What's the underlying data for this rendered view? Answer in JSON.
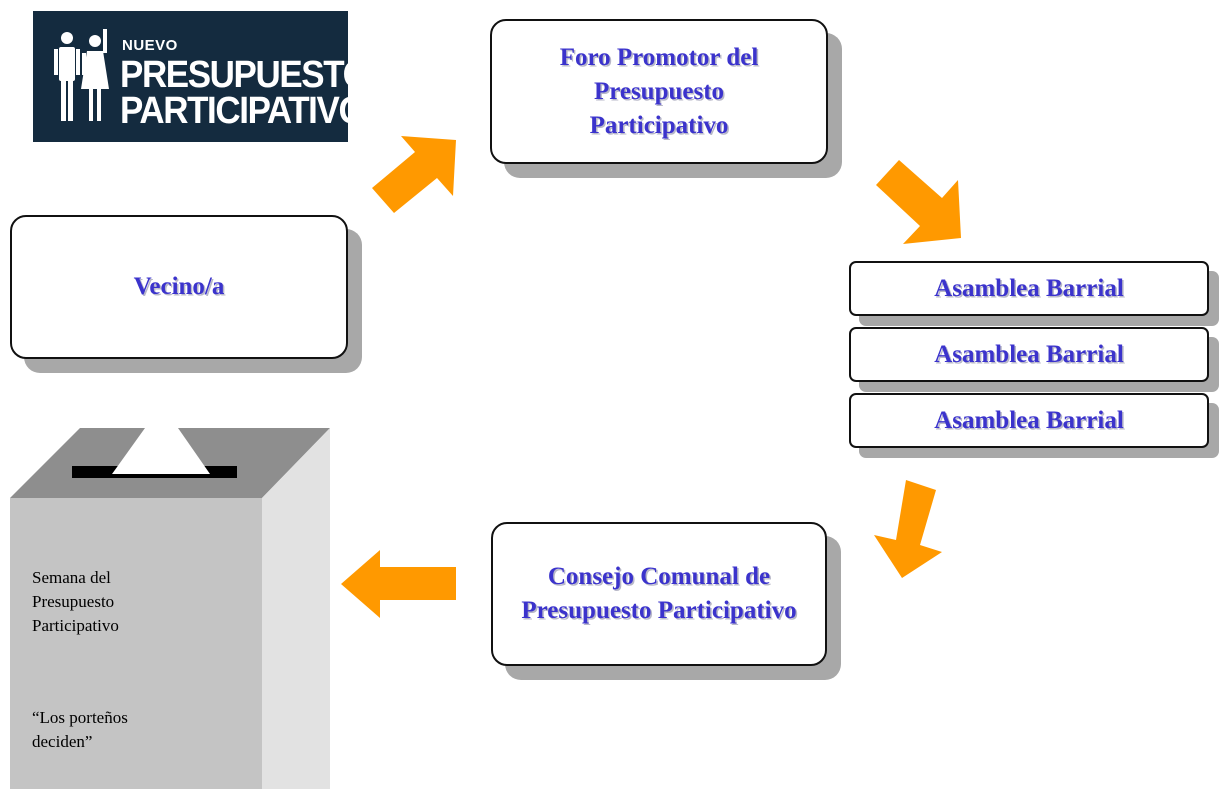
{
  "logo": {
    "line1": "NUEVO",
    "line2": "PRESUPUESTO",
    "line3": "PARTICIPATIVO"
  },
  "nodes": {
    "foro": "Foro Promotor del Presupuesto Participativo",
    "vecino": "Vecino/a",
    "asamblea_1": "Asamblea Barrial",
    "asamblea_2": "Asamblea Barrial",
    "asamblea_3": "Asamblea Barrial",
    "consejo": "Consejo Comunal de Presupuesto Participativo"
  },
  "ballot": {
    "line1": "Semana del Presupuesto Participativo",
    "line2": "“Los porteños deciden”"
  },
  "colors": {
    "arrow": "#ff9900",
    "node_text": "#3b33cc",
    "logo_bg": "#142b3f"
  }
}
